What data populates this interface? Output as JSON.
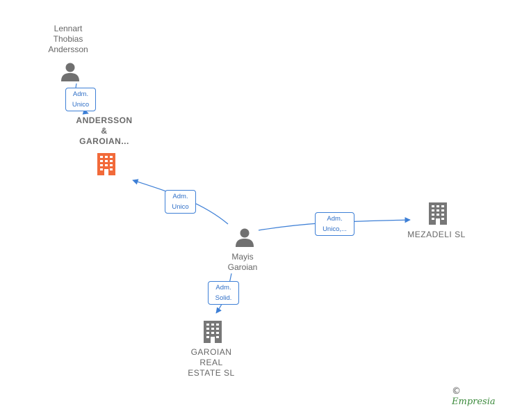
{
  "colors": {
    "edge": "#3d7fd6",
    "person": "#707070",
    "company_gray": "#777777",
    "company_highlight": "#f26a3a",
    "brand": "#3c8a3c"
  },
  "nodes": {
    "lennart": {
      "label": "Lennart\nThobias\nAndersson",
      "icon": "person-icon"
    },
    "andersson": {
      "label": "ANDERSSON\n&\nGAROIAN...",
      "icon": "building-icon"
    },
    "mayis": {
      "label": "Mayis\nGaroian",
      "icon": "person-icon"
    },
    "mezadeli": {
      "label": "MEZADELI  SL",
      "icon": "building-icon"
    },
    "garoian_re": {
      "label": "GAROIAN\nREAL\nESTATE  SL",
      "icon": "building-icon"
    }
  },
  "edges": {
    "lennart_andersson": {
      "label": "Adm.\nUnico"
    },
    "mayis_andersson": {
      "label": "Adm.\nUnico"
    },
    "mayis_mezadeli": {
      "label": "Adm.\nUnico,..."
    },
    "mayis_garoian_re": {
      "label": "Adm.\nSolid."
    }
  },
  "brand": {
    "copyright": "©",
    "name": "Empresia"
  }
}
